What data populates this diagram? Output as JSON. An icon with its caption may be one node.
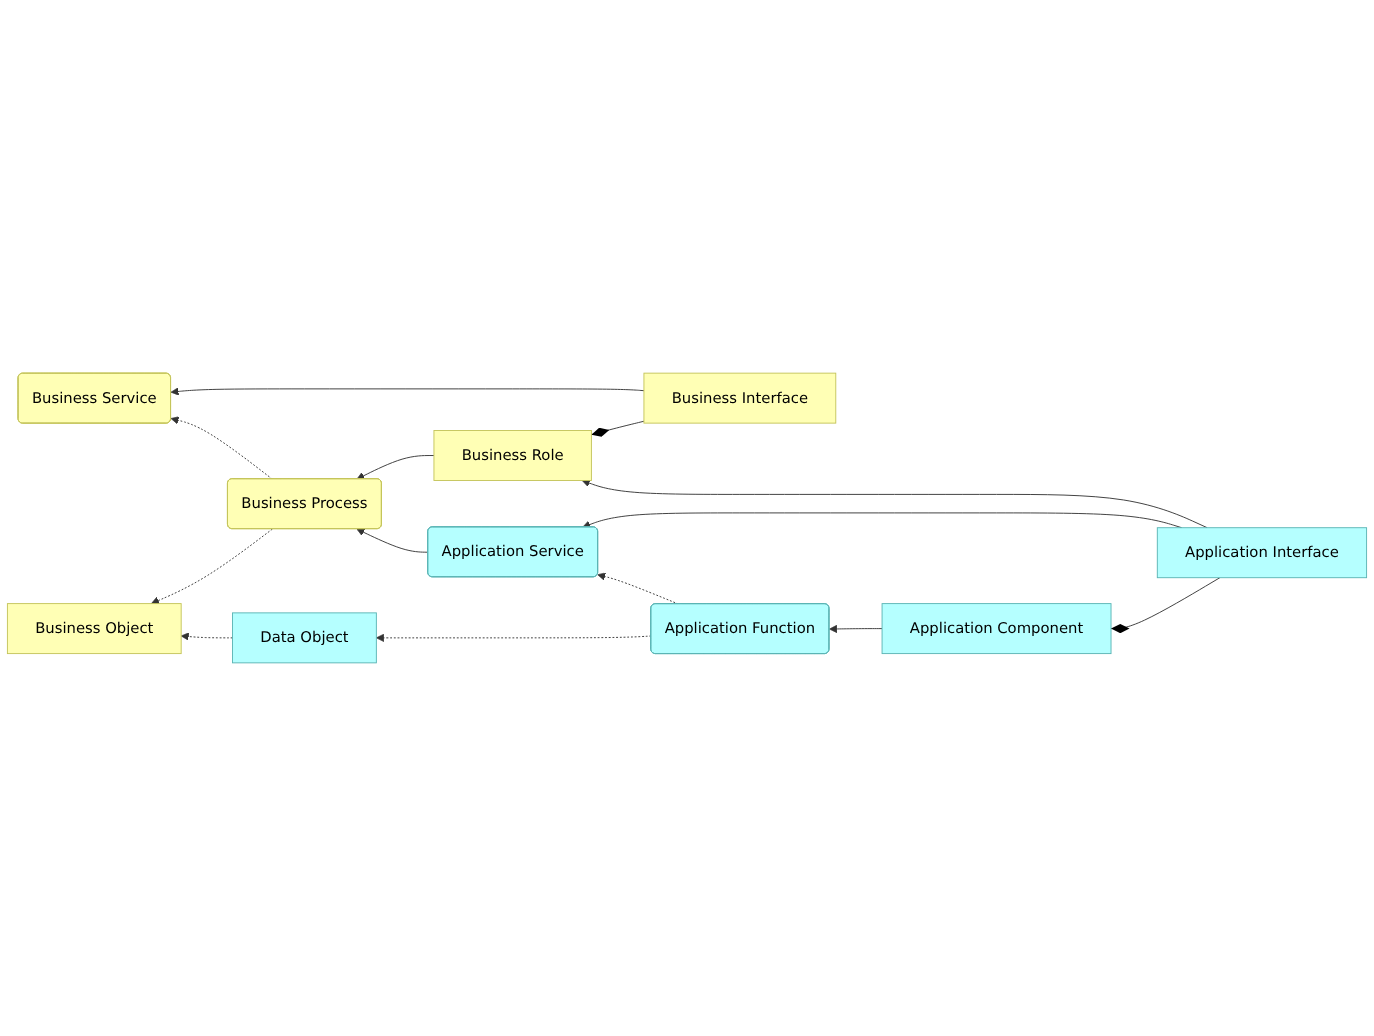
{
  "diagram": {
    "nodes": [
      {
        "text": [
          "Business Service"
        ]
      },
      {
        "text": [
          "Business Interface"
        ]
      },
      {
        "text": [
          "Business Object"
        ]
      },
      {
        "text": [
          "Business Process"
        ]
      },
      {
        "text": [
          "Business Role"
        ]
      },
      {
        "text": [
          "Application Service"
        ]
      },
      {
        "text": [
          "Application Interface"
        ]
      },
      {
        "text": [
          "Data Object"
        ]
      },
      {
        "text": [
          "Application Function"
        ]
      },
      {
        "text": [
          "Application Component"
        ]
      }
    ],
    "edges": [
      {
        "from": 1,
        "to": 0,
        "arrow": "to"
      },
      {
        "from": 3,
        "to": 0,
        "arrow": "to",
        "style": "dashed"
      },
      {
        "from": 3,
        "to": 2,
        "arrow": "to",
        "style": "dashed"
      },
      {
        "from": 1,
        "to": 4,
        "arrow": "other"
      },
      {
        "from": 4,
        "to": 3,
        "arrow": "to"
      },
      {
        "from": 5,
        "to": 3,
        "arrow": "to"
      },
      {
        "from": 6,
        "to": 4,
        "arrow": "to"
      },
      {
        "from": 6,
        "to": 5,
        "arrow": "to"
      },
      {
        "from": 7,
        "to": 2,
        "arrow": "to",
        "style": "dashed"
      },
      {
        "from": 6,
        "to": 9,
        "arrow": "other"
      },
      {
        "from": 8,
        "to": 5,
        "arrow": "to",
        "style": "dashed"
      },
      {
        "from": 8,
        "to": 7,
        "arrow": "to",
        "style": "dashed"
      },
      {
        "from": 9,
        "to": 8,
        "arrow": "to"
      }
    ]
  }
}
